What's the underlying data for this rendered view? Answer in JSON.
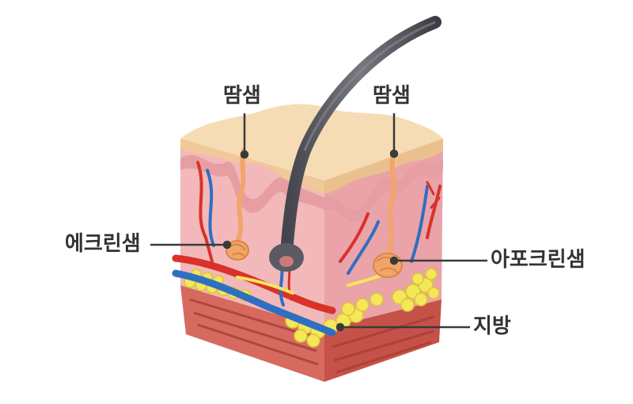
{
  "labels": {
    "sweat_gland_top_left": "땀샘",
    "sweat_gland_top_right": "땀샘",
    "eccrine_gland": "에크린샘",
    "apocrine_gland": "아포크린샘",
    "fat": "지방"
  },
  "colors": {
    "text": "#333333",
    "leader_line": "#3a3a3a",
    "epidermis": "#f3d3a8",
    "dermis": "#f2b8ba",
    "dermis_shadow": "#e79ea3",
    "hair": "#5a5a63",
    "artery": "#d8322a",
    "vein": "#2f6fc2",
    "gland": "#f2a56a",
    "fat": "#f6e65a",
    "muscle": "#c8544a"
  }
}
